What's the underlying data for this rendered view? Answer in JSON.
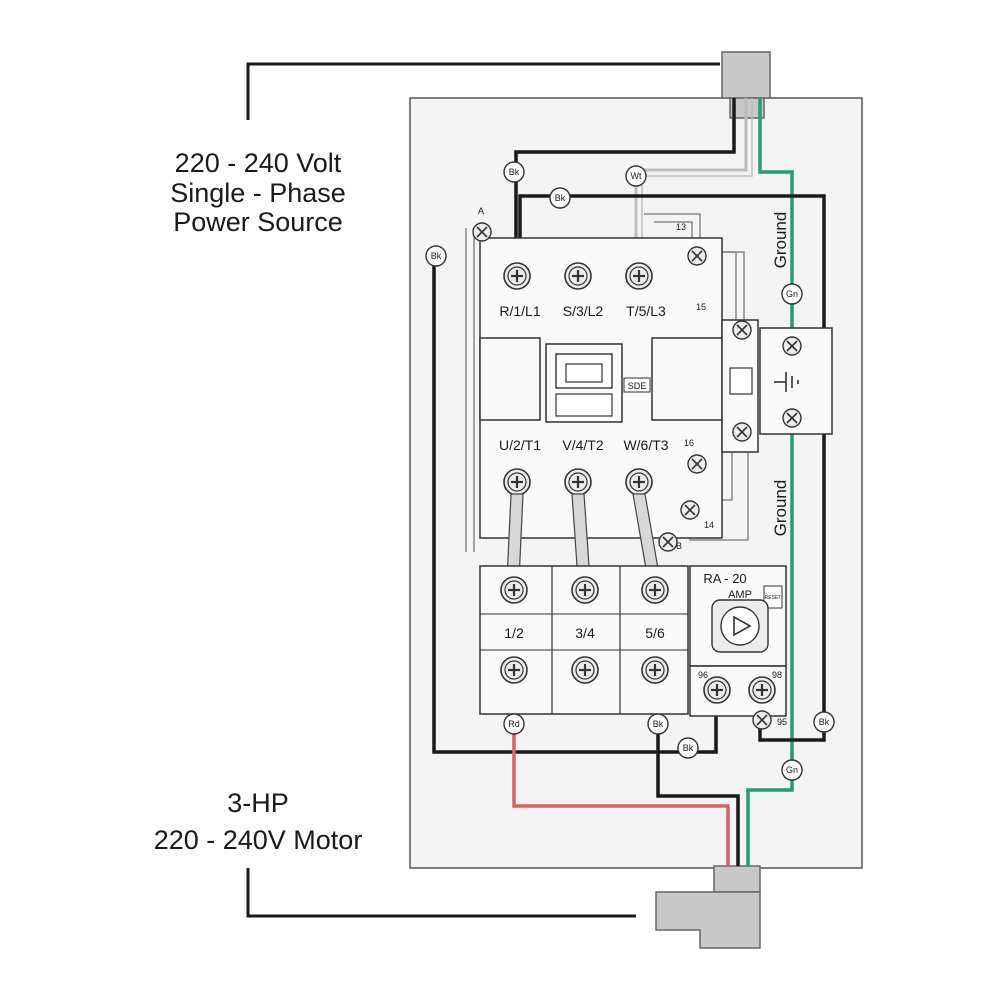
{
  "power_source": {
    "line1": "220 - 240 Volt",
    "line2": "Single - Phase",
    "line3": "Power Source"
  },
  "motor": {
    "line1": "3-HP",
    "line2": "220 - 240V Motor"
  },
  "ground_label": "Ground",
  "contactor": {
    "line_terminals": [
      "R/1/L1",
      "S/3/L2",
      "T/5/L3"
    ],
    "load_terminals": [
      "U/2/T1",
      "V/4/T2",
      "W/6/T3"
    ],
    "aux_13": "13",
    "aux_14": "14",
    "aux_15": "15",
    "aux_16": "16",
    "aux_a": "A",
    "aux_b": "B",
    "model_tag": "SDE"
  },
  "overload": {
    "terminals": [
      "1/2",
      "3/4",
      "5/6"
    ],
    "model": "RA - 20",
    "unit": "AMP",
    "reset": "RESET",
    "term_96": "96",
    "term_98": "98",
    "term_95": "95"
  },
  "wire_tags": {
    "bk": "Bk",
    "wt": "Wt",
    "gn": "Gn",
    "rd": "Rd"
  },
  "colors": {
    "black_wire": "#1a1a1a",
    "white_wire": "#bdbdbd",
    "ground_wire": "#1f9e78",
    "red_wire": "#e06060",
    "panel": "#f4f4f4",
    "connector": "#c8c8c8"
  }
}
